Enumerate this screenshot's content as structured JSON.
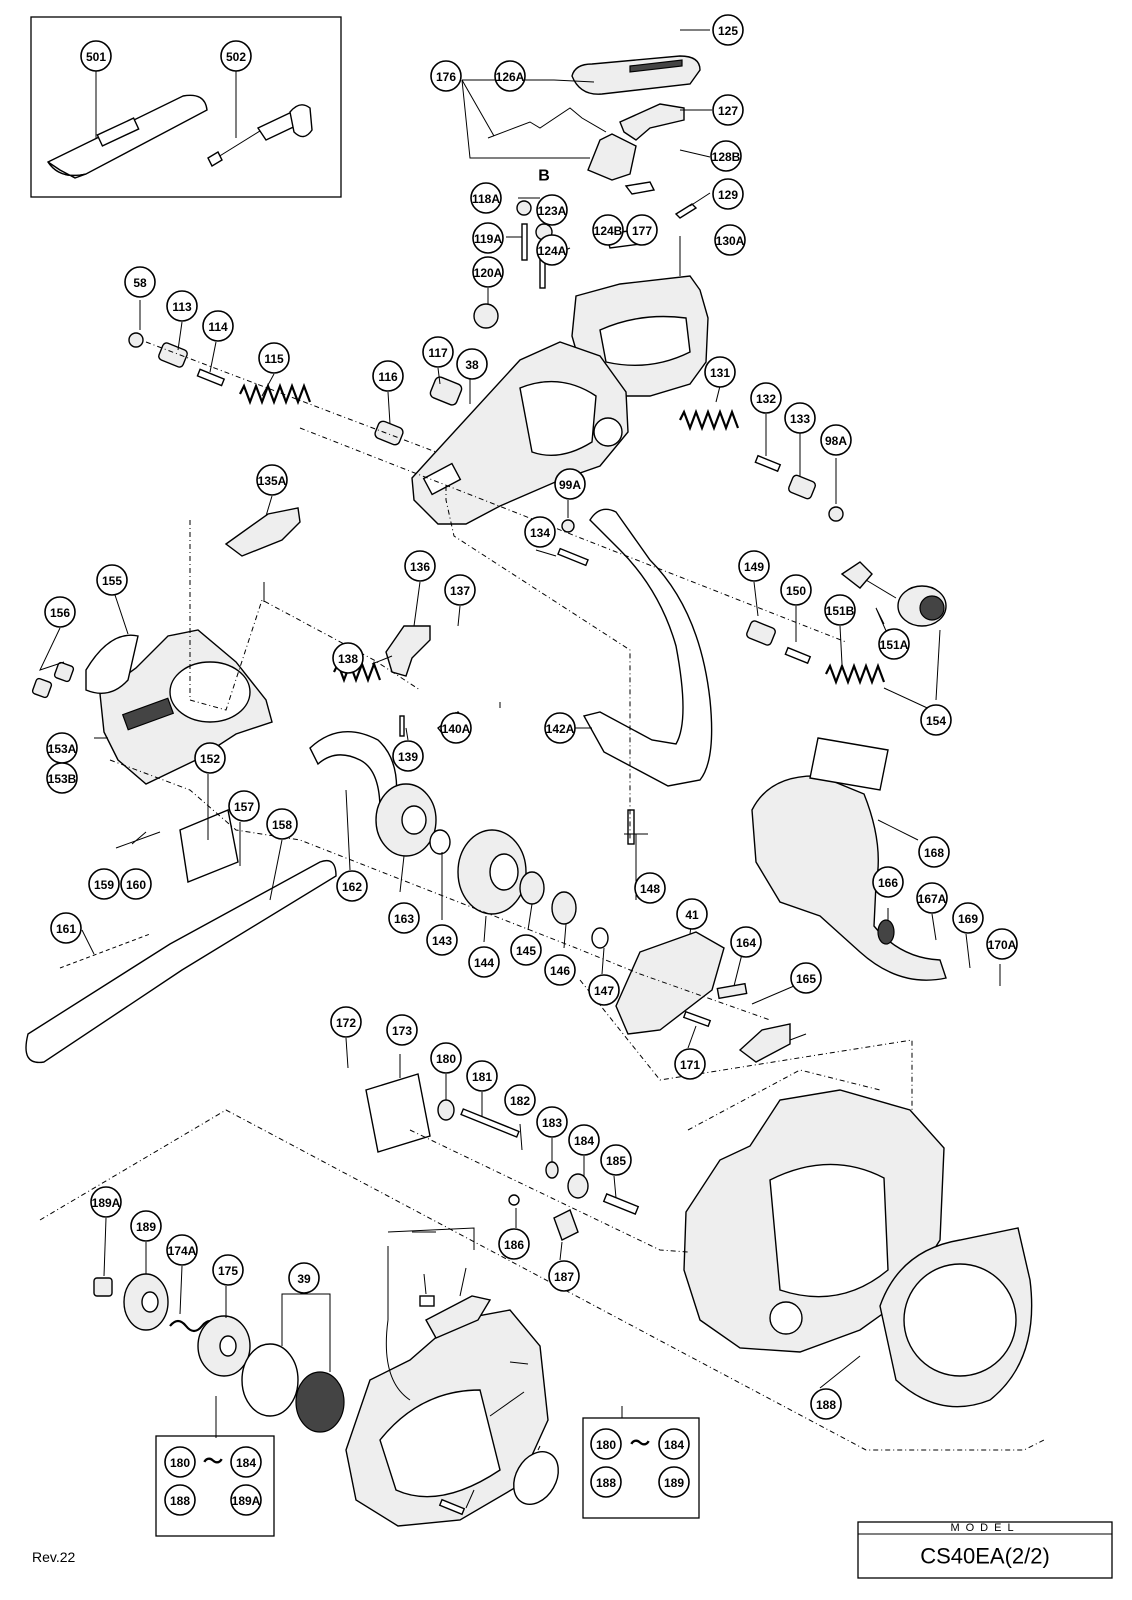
{
  "revision": "Rev.22",
  "model_box": {
    "heading": "MODEL",
    "name": "CS40EA(2/2)"
  },
  "view_marker": "B",
  "callouts": [
    "501",
    "502",
    "125",
    "126A",
    "176",
    "127",
    "128B",
    "129",
    "118A",
    "123A",
    "119A",
    "124B",
    "177",
    "124A",
    "120A",
    "130A",
    "58",
    "113",
    "114",
    "115",
    "117",
    "38",
    "116",
    "131",
    "132",
    "133",
    "98A",
    "99A",
    "134",
    "135A",
    "136",
    "137",
    "138",
    "139",
    "140A",
    "142A",
    "149",
    "150",
    "151B",
    "151A",
    "154",
    "155",
    "156",
    "153A",
    "153B",
    "152",
    "157",
    "158",
    "159",
    "160",
    "161",
    "162",
    "163",
    "143",
    "144",
    "145",
    "146",
    "147",
    "148",
    "41",
    "164",
    "165",
    "166",
    "167A",
    "168",
    "169",
    "170A",
    "171",
    "172",
    "173",
    "180",
    "181",
    "182",
    "183",
    "184",
    "185",
    "186",
    "187",
    "188",
    "189A",
    "189",
    "174A",
    "175",
    "39"
  ],
  "kits": [
    {
      "id": "174A",
      "range_from": "180",
      "range_to": "184",
      "extras": [
        "188",
        "189A"
      ]
    },
    {
      "id": "174A",
      "range_from": "180",
      "range_to": "184",
      "extras": [
        "188",
        "189"
      ]
    }
  ],
  "range_symbol": "〜"
}
